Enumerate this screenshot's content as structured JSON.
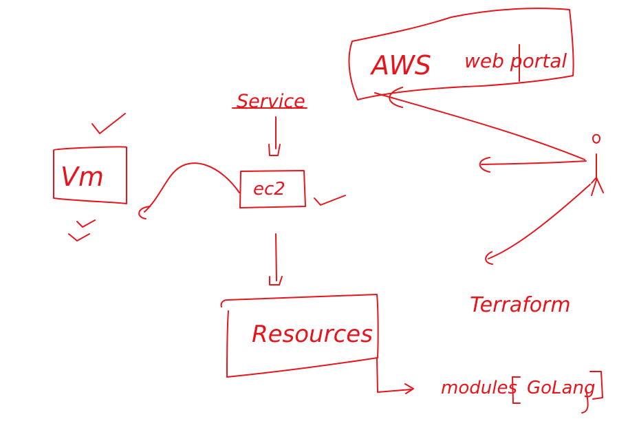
{
  "ink_color": "#e8141b",
  "background_color": "#ffffff",
  "labels": {
    "aws": "AWS",
    "web_portal": "web portal",
    "service": "Service",
    "vm": "Vm",
    "ec2": "ec2",
    "resources": "Resources",
    "modules": "modules",
    "golang": "GoLang",
    "terraform": "Terraform"
  }
}
